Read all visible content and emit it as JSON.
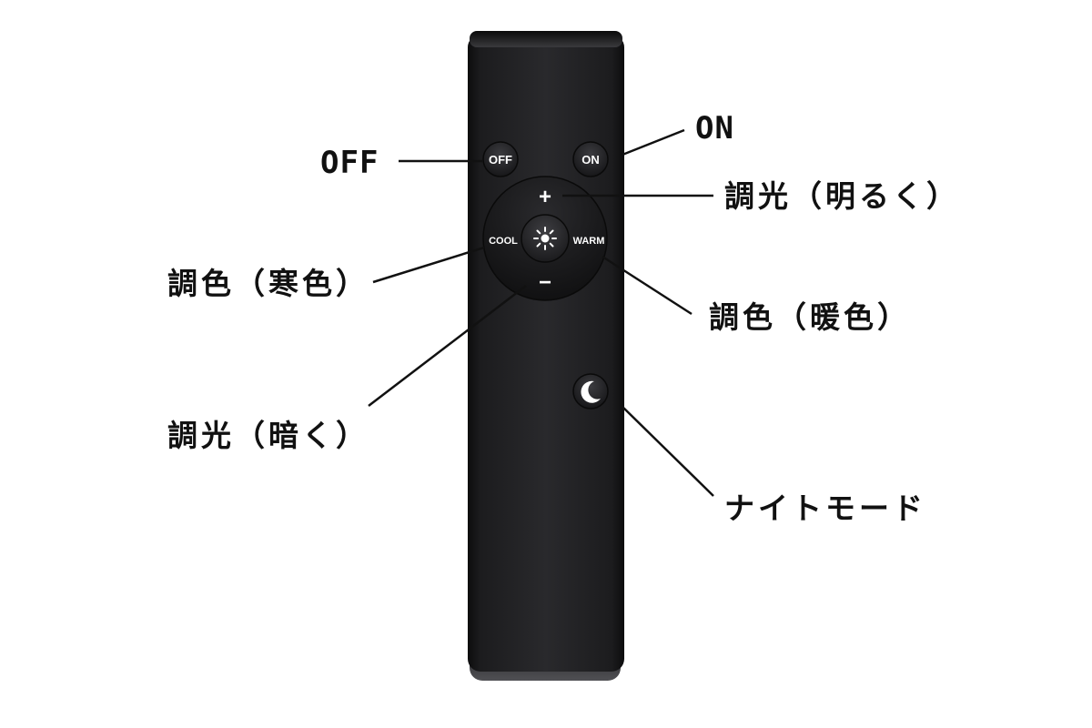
{
  "colors": {
    "remote_body": "#1b1b1d",
    "button_face": "#262629",
    "button_text": "#ffffff",
    "leader_line": "#111111",
    "label_text": "#111111",
    "background": "#ffffff"
  },
  "remote": {
    "buttons": {
      "off": "OFF",
      "on": "ON",
      "plus": "+",
      "minus": "−",
      "cool": "COOL",
      "warm": "WARM",
      "center_icon": "sun-icon",
      "night_icon": "moon-icon"
    }
  },
  "callouts": {
    "off": "OFF",
    "on": "ON",
    "brighter": "調光（明るく）",
    "cool_color": "調色（寒色）",
    "warm_color": "調色（暖色）",
    "dimmer": "調光（暗く）",
    "night_mode": "ナイトモード"
  }
}
